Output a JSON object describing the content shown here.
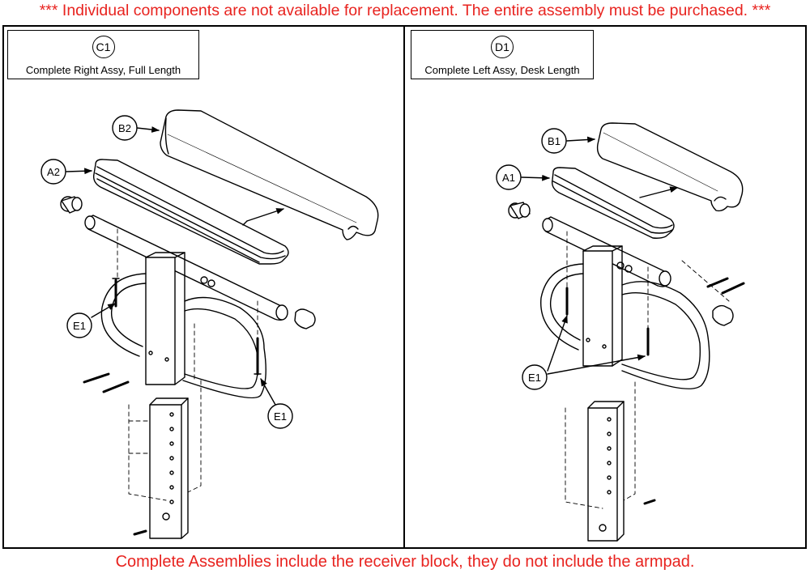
{
  "notes": {
    "top": "*** Individual components are not available for replacement. The entire assembly must be purchased. ***",
    "bottom": "Complete Assemblies include the receiver block, they do not include the armpad."
  },
  "colors": {
    "note": "#e8231f",
    "line": "#000000"
  },
  "panels": [
    {
      "code": "C1",
      "title": "Complete Right Assy, Full Length"
    },
    {
      "code": "D1",
      "title": "Complete Left Assy, Desk Length"
    }
  ],
  "callouts": {
    "left": {
      "b2": "B2",
      "a2": "A2",
      "e1a": "E1",
      "e1b": "E1"
    },
    "right": {
      "b1": "B1",
      "a1": "A1",
      "e1": "E1"
    }
  }
}
